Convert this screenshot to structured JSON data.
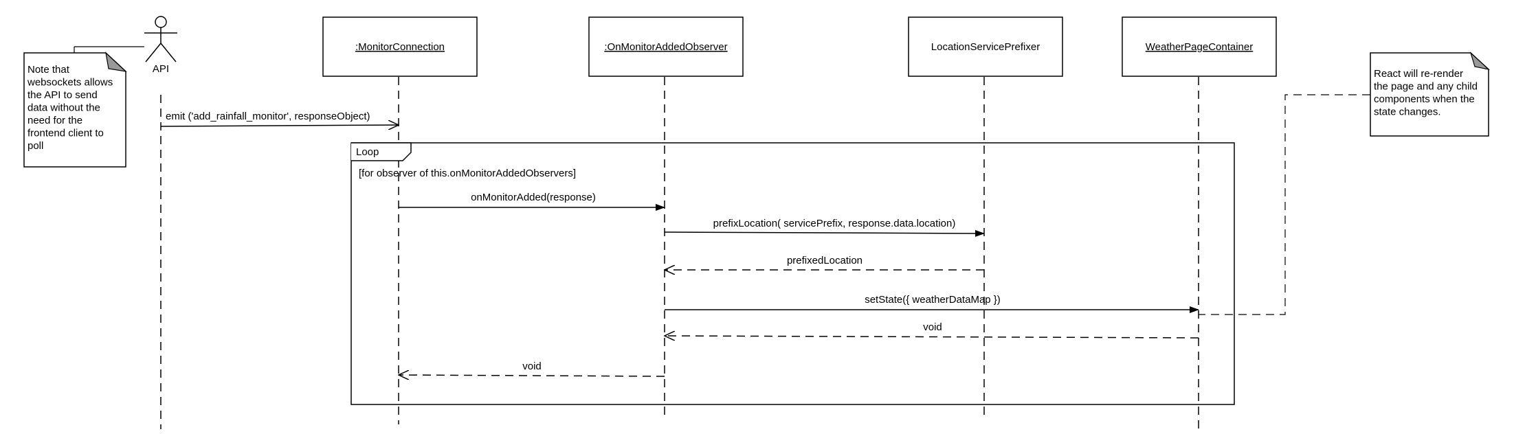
{
  "actor": {
    "label": "API"
  },
  "participants": [
    {
      "id": "monitor-connection",
      "label": ":MonitorConnection",
      "underlined": true
    },
    {
      "id": "on-monitor-added-observer",
      "label": ":OnMonitorAddedObserver",
      "underlined": true
    },
    {
      "id": "location-service-prefixer",
      "label": "LocationServicePrefixer",
      "underlined": false
    },
    {
      "id": "weather-page-container",
      "label": "WeatherPageContainer",
      "underlined": true
    }
  ],
  "notes": {
    "left": [
      "Note that",
      "websockets allows",
      "the API to send",
      "data without the",
      "need for the",
      "frontend client to",
      "poll"
    ],
    "right": [
      "React will re-render",
      "the page and any child",
      "components when the",
      "state changes."
    ]
  },
  "loop": {
    "label": "Loop",
    "guard": "[for observer of this.onMonitorAddedObservers]"
  },
  "messages": [
    {
      "id": "emit",
      "label": "emit ('add_rainfall_monitor', responseObject)",
      "from": "api",
      "to": "monitor-connection",
      "kind": "async"
    },
    {
      "id": "on-monitor-added",
      "label": "onMonitorAdded(response)",
      "from": "monitor-connection",
      "to": "on-monitor-added-observer",
      "kind": "sync"
    },
    {
      "id": "prefix-location",
      "label": "prefixLocation( servicePrefix, response.data.location)",
      "from": "on-monitor-added-observer",
      "to": "location-service-prefixer",
      "kind": "sync"
    },
    {
      "id": "prefixed-location",
      "label": "prefixedLocation",
      "from": "location-service-prefixer",
      "to": "on-monitor-added-observer",
      "kind": "return"
    },
    {
      "id": "set-state",
      "label": "setState({ weatherDataMap })",
      "from": "on-monitor-added-observer",
      "to": "weather-page-container",
      "kind": "sync"
    },
    {
      "id": "void-1",
      "label": "void",
      "from": "weather-page-container",
      "to": "on-monitor-added-observer",
      "kind": "return"
    },
    {
      "id": "void-2",
      "label": "void",
      "from": "on-monitor-added-observer",
      "to": "monitor-connection",
      "kind": "return"
    }
  ]
}
